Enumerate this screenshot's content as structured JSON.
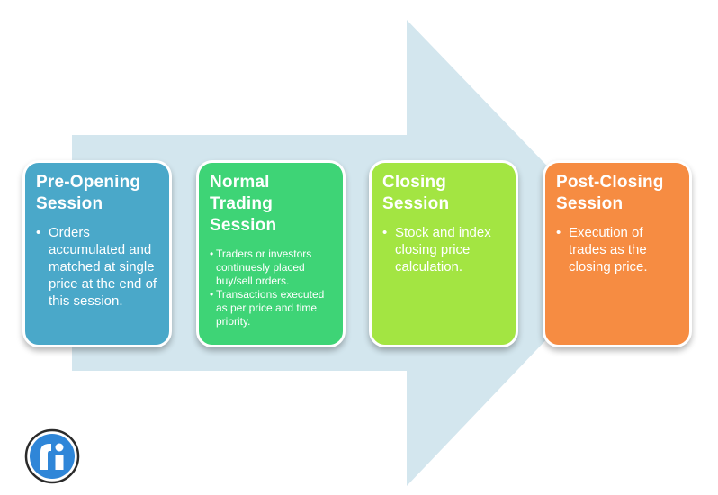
{
  "colors": {
    "arrow": "#d3e6ee",
    "pre_opening": "#4aa8c9",
    "normal_trading": "#3ed476",
    "closing": "#a3e542",
    "post_closing": "#f68c42",
    "logo": "#2f86d8"
  },
  "cards": [
    {
      "title": "Pre-Opening Session",
      "bullets": [
        "Orders accumulated and matched at single price at the end of this session."
      ]
    },
    {
      "title": "Normal Trading Session",
      "bullets": [
        "Traders or investors continuesly placed buy/sell orders.",
        "Transactions executed as per price and time priority."
      ]
    },
    {
      "title": "Closing Session",
      "bullets": [
        "Stock and index closing price calculation."
      ]
    },
    {
      "title": "Post-Closing Session",
      "bullets": [
        "Execution of trades  as the closing price."
      ]
    }
  ],
  "logo": {
    "icon": "ri-logo-icon"
  }
}
